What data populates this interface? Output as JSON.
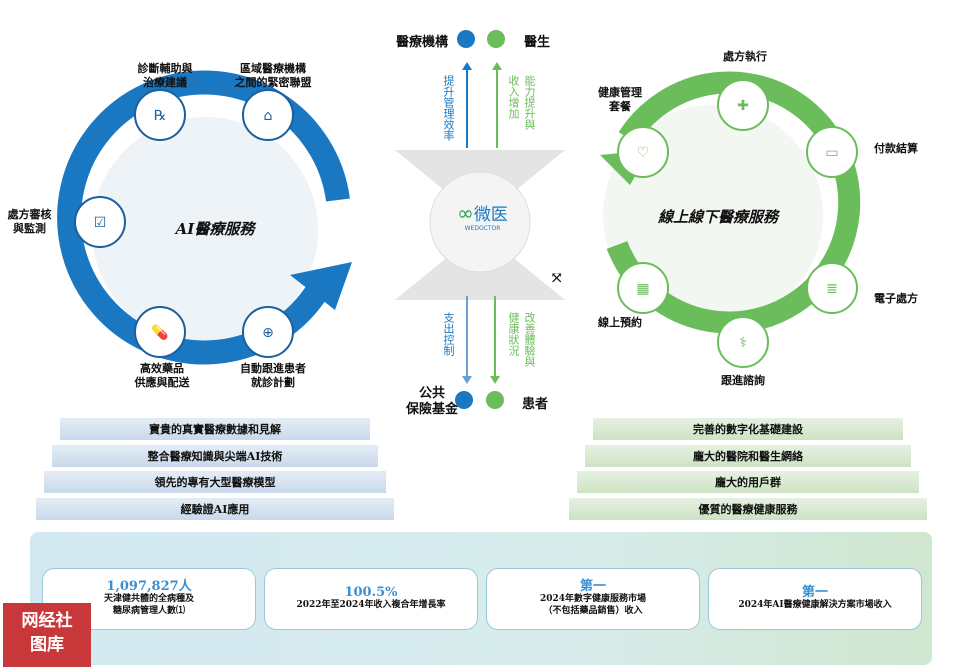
{
  "left_cycle": {
    "title": "AI醫療服務",
    "nodes": [
      "診斷輔助與\n治療建議",
      "區域醫療機構\n之間的緊密聯盟",
      "處方審核\n與監測",
      "高效藥品\n供應與配送",
      "自動跟進患者\n就診計劃"
    ]
  },
  "right_cycle": {
    "title": "線上線下醫療服務",
    "nodes": [
      "處方執行",
      "健康管理\n套餐",
      "付款結算",
      "電子處方",
      "線上預約",
      "跟進諮詢"
    ]
  },
  "center": {
    "logo_cn": "微医",
    "logo_en": "WEDOCTOR",
    "top_left": "醫療機構",
    "top_right": "醫生",
    "bottom_left": "公共\n保險基金",
    "bottom_right": "患者",
    "arrow_tl": "提升管理效率",
    "arrow_tr": "能力提升與收入增加",
    "arrow_bl": "支出控制",
    "arrow_br": "改善體驗與健康狀況"
  },
  "left_bars": [
    "寶貴的真實醫療數據和見解",
    "整合醫療知識與尖端AI技術",
    "領先的專有大型醫療模型",
    "經驗證AI應用"
  ],
  "right_bars": [
    "完善的數字化基礎建設",
    "龐大的醫院和醫生網絡",
    "龐大的用戶群",
    "優質的醫療健康服務"
  ],
  "stats": [
    {
      "value": "1,097,827人",
      "desc": "天津健共體的全病種及\n糖尿病管理人數⑴"
    },
    {
      "value": "100.5%",
      "desc": "2022年至2024年收入複合年增長率"
    },
    {
      "value": "第一",
      "desc": "2024年數字健康服務市場\n（不包括藥品銷售）收入"
    },
    {
      "value": "第一",
      "desc": "2024年AI醫療健康解決方案市場收入"
    }
  ],
  "watermark": "网经社\n图库",
  "colors": {
    "blue": "#1a78c2",
    "green": "#6bbd5b"
  }
}
